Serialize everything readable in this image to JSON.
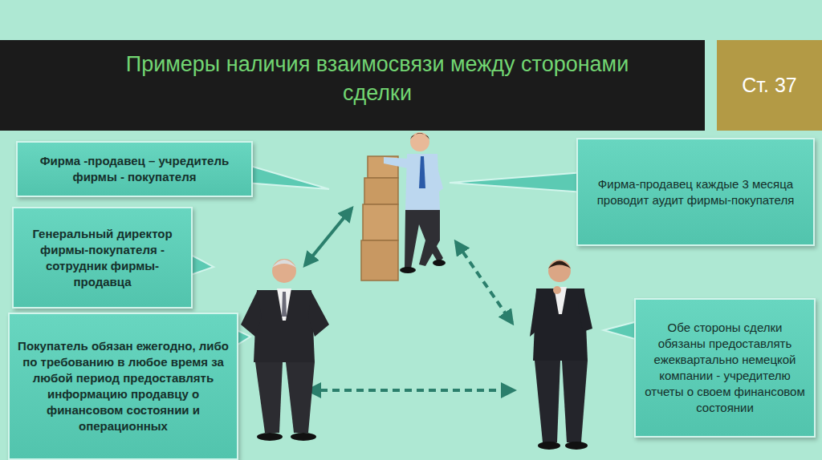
{
  "diagram": {
    "title": "Примеры наличия взаимосвязи между сторонами сделки",
    "nodes": [
      {
        "text": [
          "Ст. 37"
        ]
      },
      {
        "text": [
          "Фирма -продавец – учредитель фирмы - покупателя"
        ]
      },
      {
        "text": [
          "Фирма-продавец каждые 3 месяца проводит аудит фирмы-покупателя"
        ]
      },
      {
        "text": [
          "Генеральный директор фирмы-покупателя - сотрудник фирмы-продавца"
        ]
      },
      {
        "text": [
          "Обе стороны сделки обязаны предоставлять ежеквартально немецкой компании - учредителю отчеты о своем финансовом состоянии"
        ]
      },
      {
        "text": [
          "Покупатель обязан ежегодно, либо по требованию в любое время за любой период предоставлять информацию продавцу о финансовом состоянии и операционных"
        ]
      }
    ]
  }
}
